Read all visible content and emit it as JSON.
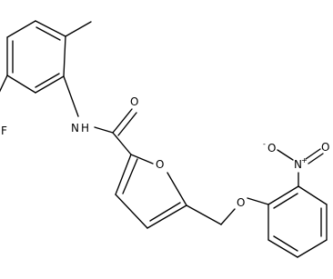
{
  "diagram": {
    "type": "chemical-structure",
    "atom_labels": {
      "fluorine": "F",
      "amide_nitrogen": "N",
      "amide_hydrogen": "H",
      "carbonyl_oxygen": "O",
      "furan_oxygen": "O",
      "ether_oxygen": "O",
      "nitro_nitrogen": "N",
      "nitro_nitrogen_charge": "+",
      "nitro_oxygen_top": "O",
      "nitro_oxygen_top_charge": "-",
      "nitro_oxygen_right": "O"
    }
  }
}
